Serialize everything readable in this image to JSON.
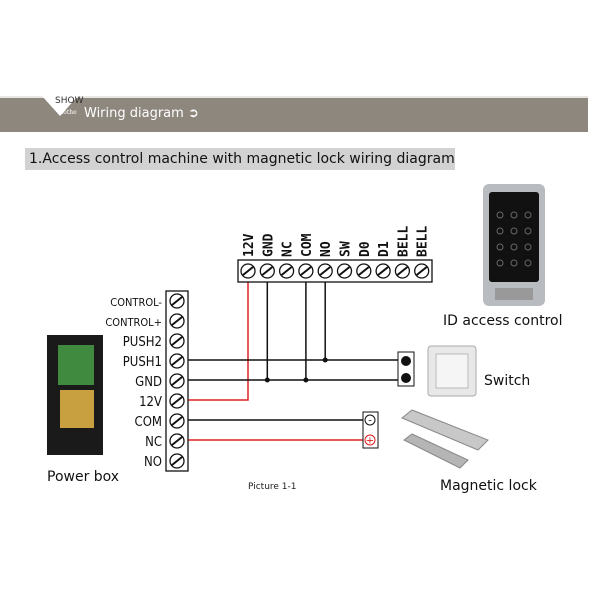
{
  "header": {
    "badge_top": "SHOW",
    "badge_bottom": "clothe",
    "section": "Wiring diagram",
    "arrow_icon": "circle-arrow-right-icon"
  },
  "title": "1.Access control machine with magnetic lock wiring diagram",
  "top_terminals": [
    "12V",
    "GND",
    "NC",
    "COM",
    "NO",
    "SW",
    "D0",
    "D1",
    "BELL",
    "BELL"
  ],
  "left_terminals": [
    "CONTROL-",
    "CONTROL+",
    "PUSH2",
    "PUSH1",
    "GND",
    "12V",
    "COM",
    "NC",
    "NO"
  ],
  "lock_terminals": [
    "-",
    "+"
  ],
  "labels": {
    "id_access": "ID access control",
    "switch": "Switch",
    "power_box": "Power box",
    "magnetic_lock": "Magnetic lock",
    "caption": "Picture 1-1"
  },
  "colors": {
    "band": "#8e877e",
    "red_wire": "#e02020",
    "black_wire": "#111111"
  }
}
